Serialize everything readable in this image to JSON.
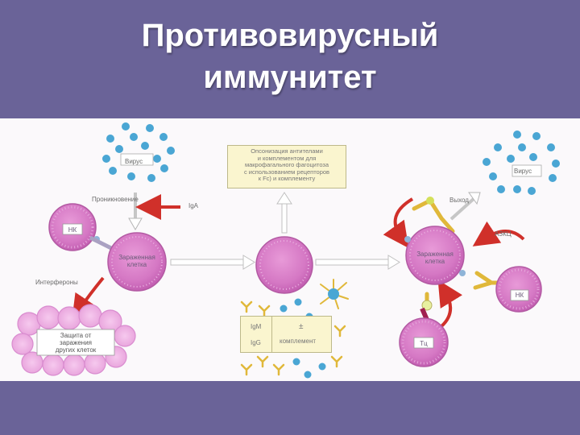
{
  "slide": {
    "title_line1": "Противовирусный",
    "title_line2": "иммунитет"
  },
  "diagram": {
    "virus_left": "Вирус",
    "virus_right": "Вирус",
    "penetration": "Проникновение",
    "iga": "IgA",
    "nk_left": "НК",
    "infected_left_line1": "Зараженная",
    "infected_left_line2": "клетка",
    "interferons": "Интерфероны",
    "protection_line1": "Защита от",
    "protection_line2": "заражения",
    "protection_line3": "других клеток",
    "opsonization_line1": "Опсонизация антителами",
    "opsonization_line2": "и комплементом для",
    "opsonization_line3": "макрофагального фагоцитоза",
    "opsonization_line4": "с использованием рецепторов",
    "opsonization_line5": "к Fc) и комплементу",
    "igm": "IgM",
    "igg": "IgG",
    "plus_minus": "±",
    "complement": "комплемент",
    "exit": "Выход",
    "adcc": "АЗКЦ",
    "infected_right_line1": "Зараженная",
    "infected_right_line2": "клетка",
    "nk_right": "НК",
    "tc": "Тц"
  },
  "colors": {
    "background": "#6a6398",
    "panel": "#fbf9fb",
    "cell_pink": "#d87cc6",
    "virus_blue": "#4aa6d4",
    "red_arrow": "#d0302a"
  }
}
